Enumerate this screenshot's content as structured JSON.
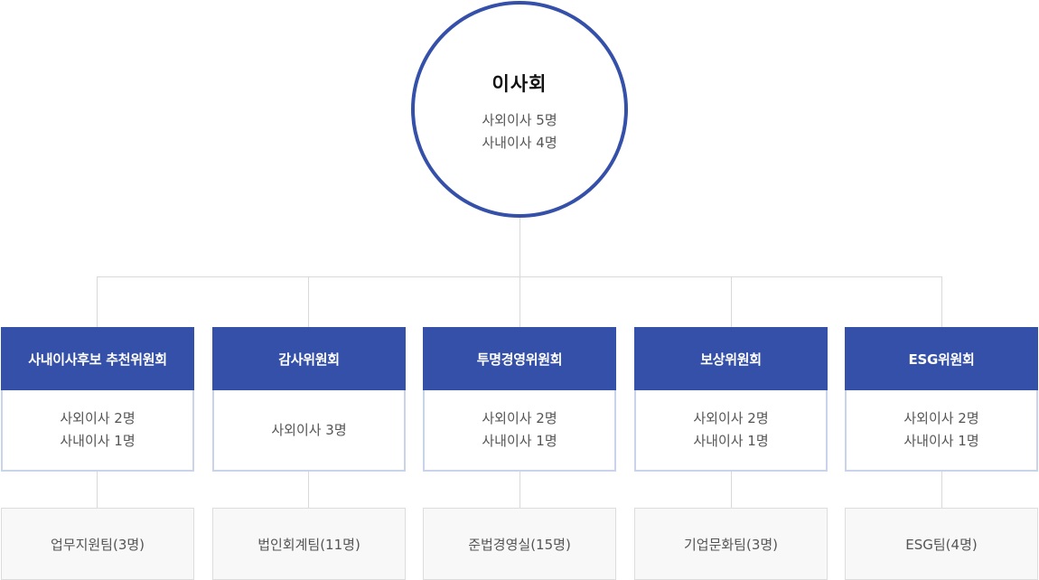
{
  "board": {
    "title": "이사회",
    "outside_directors": "사외이사 5명",
    "inside_directors": "사내이사 4명"
  },
  "committees": [
    {
      "name": "사내이사후보 추천위원회",
      "members": [
        "사외이사 2명",
        "사내이사 1명"
      ],
      "team": "업무지원팀(3명)"
    },
    {
      "name": "감사위원회",
      "members": [
        "사외이사 3명"
      ],
      "team": "법인회계팀(11명)"
    },
    {
      "name": "투명경영위원회",
      "members": [
        "사외이사 2명",
        "사내이사 1명"
      ],
      "team": "준법경영실(15명)"
    },
    {
      "name": "보상위원회",
      "members": [
        "사외이사 2명",
        "사내이사 1명"
      ],
      "team": "기업문화팀(3명)"
    },
    {
      "name": "ESG위원회",
      "members": [
        "사외이사 2명",
        "사내이사 1명"
      ],
      "team": "ESG팀(4명)"
    }
  ],
  "colors": {
    "accent": "#3550a8",
    "body_border": "#c9d3ea",
    "connector": "#d9d9d9",
    "team_bg": "#f8f8f8"
  }
}
